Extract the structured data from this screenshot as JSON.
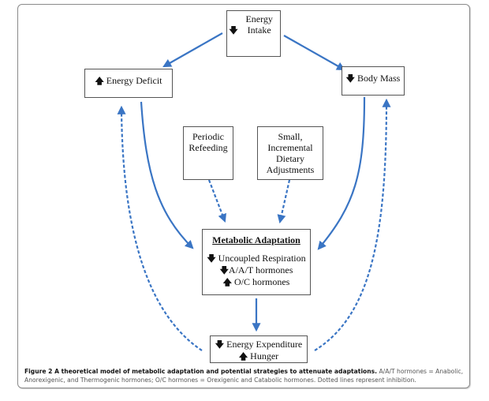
{
  "nodes": {
    "energy_intake": {
      "arrow": "down",
      "text": "Energy Intake"
    },
    "energy_deficit": {
      "arrow": "up",
      "text": "Energy Deficit"
    },
    "body_mass": {
      "arrow": "down",
      "text": "Body Mass"
    },
    "periodic_refeeding": {
      "text": "Periodic Refeeding"
    },
    "small_adjustments": {
      "line1": "Small,",
      "line2": "Incremental",
      "line3": "Dietary",
      "line4": "Adjustments"
    },
    "metabolic_adaptation": {
      "title": "Metabolic Adaptation",
      "items": [
        {
          "arrow": "down",
          "text": "Uncoupled Respiration"
        },
        {
          "arrow": "down",
          "text": "A/A/T hormones"
        },
        {
          "arrow": "up",
          "text": "O/C hormones"
        }
      ]
    },
    "energy_expenditure": {
      "items": [
        {
          "arrow": "down",
          "text": "Energy Expenditure"
        },
        {
          "arrow": "up",
          "text": "Hunger"
        }
      ]
    }
  },
  "glyphs": {
    "up": "🡅",
    "down": "🡇"
  },
  "edges": [
    {
      "from": "Energy Intake",
      "to": "Energy Deficit",
      "style": "solid"
    },
    {
      "from": "Energy Intake",
      "to": "Body Mass",
      "style": "solid"
    },
    {
      "from": "Energy Deficit",
      "to": "Metabolic Adaptation",
      "style": "solid"
    },
    {
      "from": "Body Mass",
      "to": "Metabolic Adaptation",
      "style": "solid"
    },
    {
      "from": "Periodic Refeeding",
      "to": "Metabolic Adaptation",
      "style": "dashed"
    },
    {
      "from": "Small, Incremental Dietary Adjustments",
      "to": "Metabolic Adaptation",
      "style": "dashed"
    },
    {
      "from": "Metabolic Adaptation",
      "to": "Energy Expenditure / Hunger",
      "style": "solid"
    },
    {
      "from": "Energy Expenditure / Hunger",
      "to": "Energy Deficit",
      "style": "dashed"
    },
    {
      "from": "Energy Expenditure / Hunger",
      "to": "Body Mass",
      "style": "dashed"
    }
  ],
  "colors": {
    "arrow": "#3a75c4",
    "box_border": "#555555"
  },
  "caption": {
    "bold": "Figure 2 A theoretical model of metabolic adaptation and potential strategies to attenuate adaptations.",
    "line1_rest": " A/A/T hormones = Anabolic,",
    "line2": "Anorexigenic, and Thermogenic hormones; O/C hormones = Orexigenic and Catabolic hormones. Dotted lines represent inhibition."
  }
}
